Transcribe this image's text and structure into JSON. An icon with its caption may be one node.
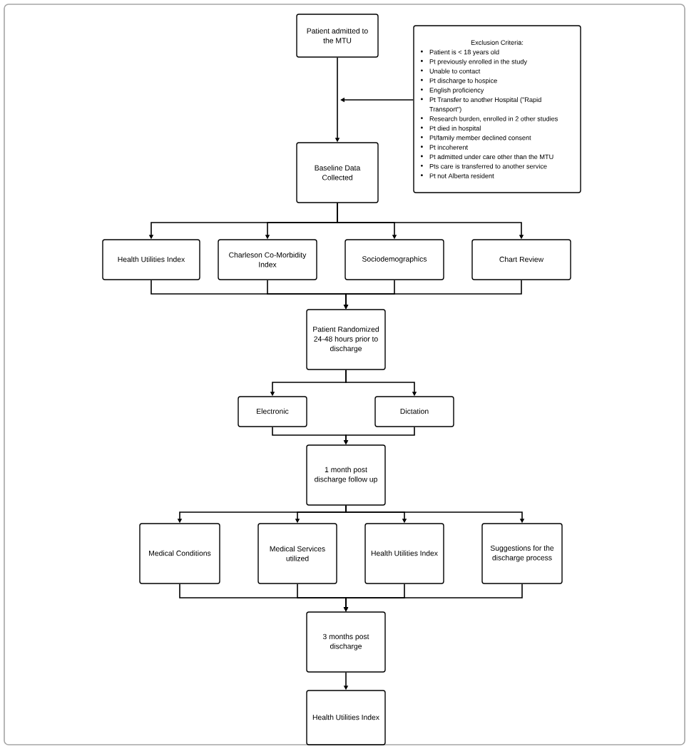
{
  "diagram": {
    "nodes": [
      {
        "text": [
          "Patient admitted to the MTU"
        ]
      },
      {
        "text": [
          "Exclusion Criteria:",
          "Patient is < 18 years old",
          "Pt previously enrolled in the study",
          "Unable to contact",
          "Pt discharge to hospice",
          "English proficiency",
          "Pt Transfer to another Hospital (\"Rapid Transport\")",
          "Research burden, enrolled in 2 other studies",
          "Pt died in hospital",
          "Pt/family member declined consent",
          "Pt incoherent",
          "Pt admitted under care other than the MTU",
          "Pts care is transferred to another service",
          "Pt not Alberta resident"
        ]
      },
      {
        "text": [
          "Baseline Data Collected"
        ]
      },
      {
        "text": [
          "Health Utilities Index"
        ]
      },
      {
        "text": [
          "Charleson Co-Morbidity Index"
        ]
      },
      {
        "text": [
          "Sociodemographics"
        ]
      },
      {
        "text": [
          "Chart Review"
        ]
      },
      {
        "text": [
          "Patient Randomized 24-48 hours prior to discharge"
        ]
      },
      {
        "text": [
          "Electronic"
        ]
      },
      {
        "text": [
          "Dictation"
        ]
      },
      {
        "text": [
          "1 month post discharge follow up"
        ]
      },
      {
        "text": [
          "Medical Conditions"
        ]
      },
      {
        "text": [
          "Medical Services utilized"
        ]
      },
      {
        "text": [
          "Health Utilities Index"
        ]
      },
      {
        "text": [
          "Suggestions for the discharge process"
        ]
      },
      {
        "text": [
          "3 months post discharge"
        ]
      },
      {
        "text": [
          "Health Utilities Index"
        ]
      }
    ],
    "edges": [
      {
        "from": 0,
        "to": 2,
        "arrow": "to"
      },
      {
        "from": 1,
        "to": null,
        "arrow": "to"
      },
      {
        "from": 2,
        "to": 3,
        "arrow": "to"
      },
      {
        "from": 2,
        "to": 4,
        "arrow": "to"
      },
      {
        "from": 2,
        "to": 5,
        "arrow": "to"
      },
      {
        "from": 2,
        "to": 6,
        "arrow": "to"
      },
      {
        "from": 3,
        "to": 7,
        "arrow": "to"
      },
      {
        "from": 4,
        "to": 7,
        "arrow": "to"
      },
      {
        "from": 5,
        "to": 7,
        "arrow": "to"
      },
      {
        "from": 6,
        "to": 7,
        "arrow": "to"
      },
      {
        "from": 7,
        "to": 8,
        "arrow": "to"
      },
      {
        "from": 7,
        "to": 9,
        "arrow": "to"
      },
      {
        "from": 8,
        "to": 10,
        "arrow": "to"
      },
      {
        "from": 9,
        "to": 10,
        "arrow": "to"
      },
      {
        "from": 10,
        "to": 11,
        "arrow": "to"
      },
      {
        "from": 10,
        "to": 12,
        "arrow": "to"
      },
      {
        "from": 10,
        "to": 13,
        "arrow": "to"
      },
      {
        "from": 10,
        "to": 14,
        "arrow": "to"
      },
      {
        "from": 11,
        "to": 15,
        "arrow": "to"
      },
      {
        "from": 12,
        "to": 15,
        "arrow": "to"
      },
      {
        "from": 13,
        "to": 15,
        "arrow": "to"
      },
      {
        "from": 14,
        "to": 15,
        "arrow": "to"
      },
      {
        "from": 15,
        "to": 16,
        "arrow": "to"
      }
    ]
  }
}
